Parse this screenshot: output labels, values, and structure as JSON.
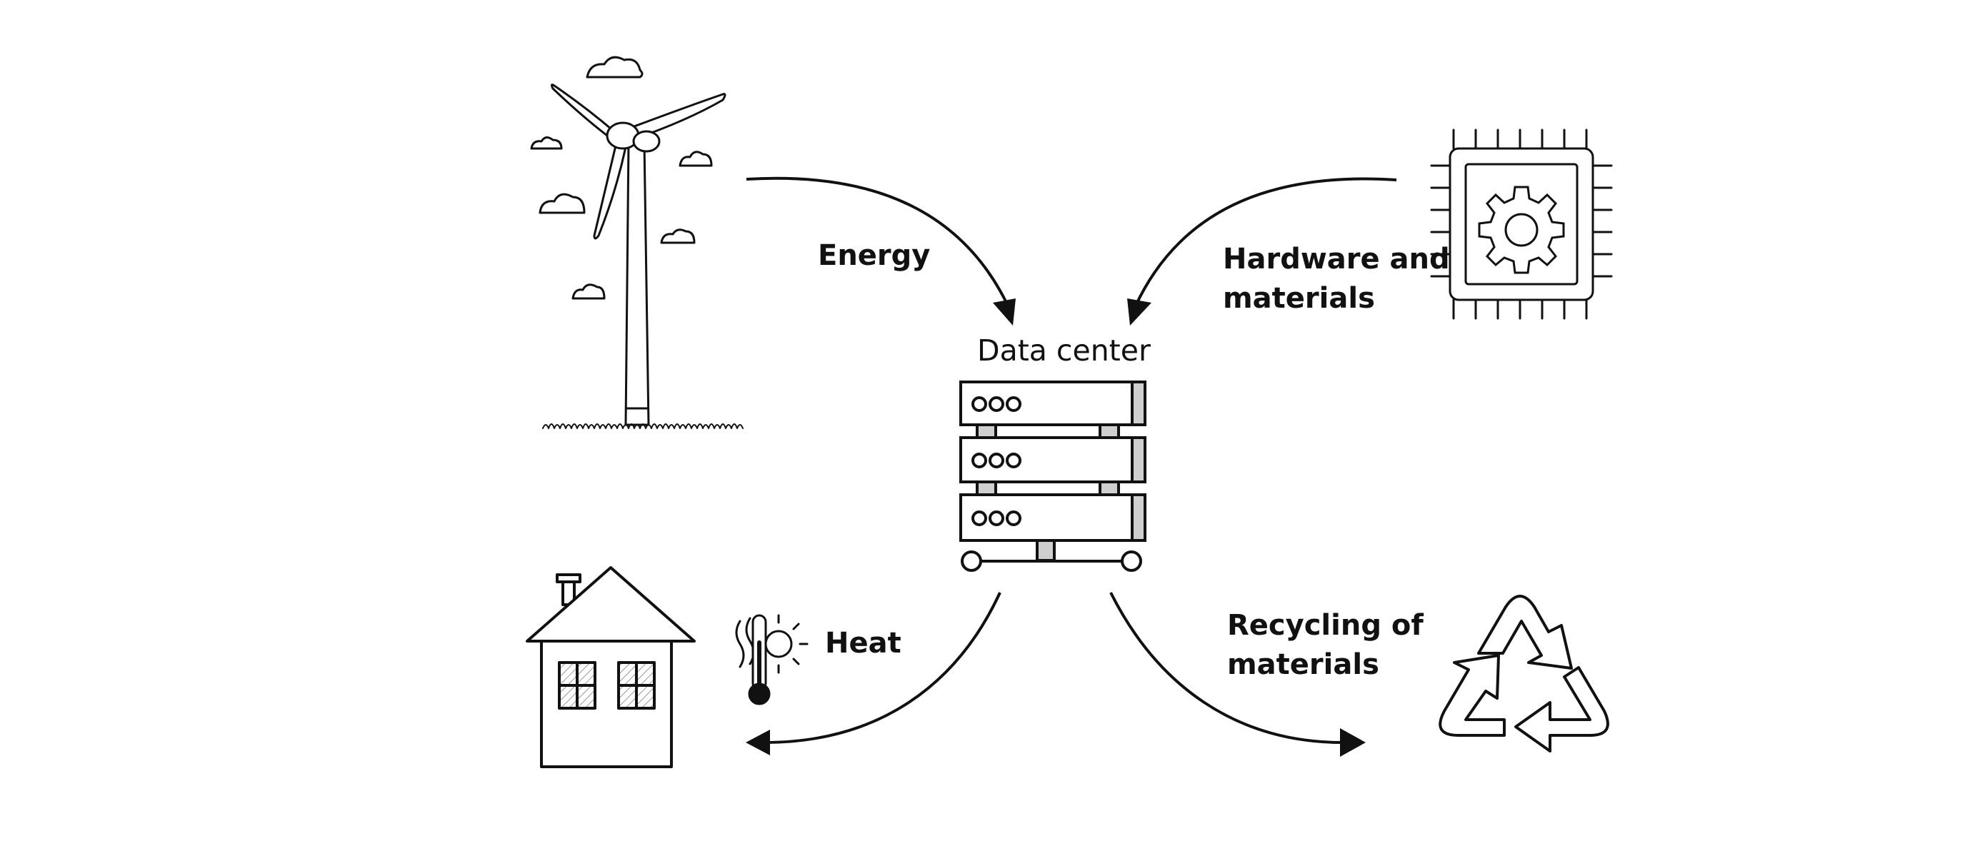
{
  "labels": {
    "energy": "Energy",
    "hardware_line1": "Hardware and",
    "hardware_line2": "materials",
    "data_center": "Data center",
    "heat": "Heat",
    "recycling_line1": "Recycling of",
    "recycling_line2": "materials"
  },
  "icons": [
    "wind-turbine-icon",
    "cpu-chip-icon",
    "server-rack-icon",
    "house-icon",
    "thermometer-icon",
    "recycle-icon"
  ],
  "colors": {
    "ink": "#111111",
    "shade": "#cfcfcf",
    "background": "#ffffff"
  }
}
